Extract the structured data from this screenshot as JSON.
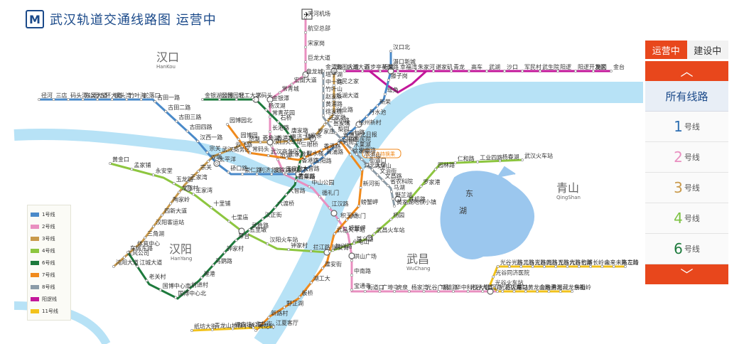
{
  "header": {
    "title": "武汉轨道交通线路图  运营中",
    "logo_glyph": "M"
  },
  "panel": {
    "tabs": [
      {
        "label": "运营中",
        "active": true
      },
      {
        "label": "建设中",
        "active": false
      }
    ],
    "up_glyph": "︿",
    "down_glyph": "﹀",
    "all_lines_label": "所有线路",
    "lines": [
      {
        "num": "1",
        "suffix": "号线",
        "color": "#2e6fb2"
      },
      {
        "num": "2",
        "suffix": "号线",
        "color": "#e98fc0"
      },
      {
        "num": "3",
        "suffix": "号线",
        "color": "#c99a4b"
      },
      {
        "num": "4",
        "suffix": "号线",
        "color": "#7cc241"
      },
      {
        "num": "6",
        "suffix": "号线",
        "color": "#1d7a3c"
      }
    ]
  },
  "legend": [
    {
      "label": "1号线",
      "color": "#4a8ac9"
    },
    {
      "label": "2号线",
      "color": "#e98fc0"
    },
    {
      "label": "3号线",
      "color": "#c99a4b"
    },
    {
      "label": "4号线",
      "color": "#8dc63f"
    },
    {
      "label": "6号线",
      "color": "#1d7a3c"
    },
    {
      "label": "7号线",
      "color": "#f08a1c"
    },
    {
      "label": "8号线",
      "color": "#8c9ca8"
    },
    {
      "label": "阳逻线",
      "color": "#c3179a"
    },
    {
      "label": "11号线",
      "color": "#f2c21b"
    }
  ],
  "districts": {
    "hankou": {
      "cn": "汉口",
      "en": "HanKou"
    },
    "hanyang": {
      "cn": "汉阳",
      "en": "HanYang"
    },
    "wuchang": {
      "cn": "武昌",
      "en": "WuChang"
    },
    "qingshan": {
      "cn": "青山",
      "en": "QingShan"
    }
  },
  "lake_label_1": "东",
  "lake_label_2": "湖",
  "transfer_note": "暂不支持换乘",
  "stations": {
    "l1": [
      "径河",
      "三店",
      "码头潭公园",
      "东吴大道",
      "五环大道",
      "额头湾",
      "竹叶海",
      "舵落口",
      "古田一路",
      "古田二路",
      "古田三路",
      "古田四路",
      "汉西一路",
      "宗关",
      "太平洋",
      "硚口路",
      "崇仁路",
      "利济北路",
      "友谊路",
      "循礼门",
      "大智路",
      "三阳路",
      "黄浦路",
      "头道街",
      "二七路",
      "徐州新村",
      "丹水池",
      "新荣",
      "堤角",
      "滕子岗",
      "滠口新城",
      "汉口北"
    ],
    "l2": [
      "天河机场",
      "航空总部",
      "宋家岗",
      "巨龙大道",
      "盘龙城",
      "宏图大道",
      "常青城",
      "金银潭",
      "常青花园",
      "长港路",
      "汉口火车站",
      "范湖",
      "王家墩东",
      "青年路",
      "中山公园",
      "循礼门",
      "江汉路",
      "积玉桥",
      "螃蟹岬",
      "小龟山",
      "洪山广场",
      "中南路",
      "宝通寺",
      "街道口",
      "广埠屯",
      "虎泉",
      "杨家湾",
      "光谷广场",
      "珞雄路",
      "华中科技大学",
      "光谷大道",
      "佳园路",
      "光谷火车站"
    ],
    "l3": [
      "宏图大道",
      "市民之家",
      "后湖大道",
      "兴业路",
      "二七小路",
      "罗家庄",
      "赵家条",
      "惠济二路",
      "香港路",
      "菱角湖",
      "范湖",
      "云飞路",
      "武汉商务区",
      "双墩",
      "宗关",
      "王家湾",
      "龙阳村",
      "陶家岭",
      "四新大道",
      "汉阳客运站",
      "三角湖",
      "体育中心",
      "东风公司",
      "沌阳大道"
    ],
    "l4": [
      "黄金口",
      "孟家铺",
      "永安堂",
      "玉龙路",
      "王家湾",
      "十里铺",
      "七里庙",
      "五里墩",
      "汉阳火车站",
      "钟家村",
      "拦江路",
      "复兴路",
      "首义路",
      "武昌火车站",
      "杨园",
      "铁机路",
      "罗家港",
      "园林路",
      "仁和路",
      "工业四路",
      "杨春湖",
      "武汉火车站"
    ],
    "l6": [
      "金银湖公园",
      "园博园北",
      "轻工大学",
      "常码头",
      "杨汊湖",
      "石桥",
      "唐家墩",
      "三眼桥",
      "香港路",
      "苗栗路",
      "大智路",
      "六渡桥",
      "汉正街",
      "武胜路",
      "琴台",
      "钟家村",
      "马鹦路",
      "建港",
      "前进村",
      "国博中心北",
      "国博中心南",
      "老关村",
      "江城大道",
      "车城东路"
    ],
    "l7": [
      "园博园北",
      "园博园",
      "常码头",
      "武汉商务区",
      "王家墩东",
      "取水楼",
      "香港路",
      "三阳路",
      "徐家棚",
      "湖北大学",
      "新河街",
      "螃蟹岬",
      "小东门",
      "武昌火车站",
      "瑞安街",
      "建安街",
      "湖工大",
      "板桥",
      "野芷湖",
      "新路村",
      "大花岭"
    ],
    "l8": [
      "金潭路",
      "塔子湖",
      "中一路",
      "竹叶山",
      "赵家条",
      "黄浦路",
      "徐家棚",
      "汪家墩",
      "岳家嘴",
      "梨园",
      "省博湖北日报",
      "中南医院",
      "水果湖",
      "洪山路",
      "小洪山",
      "街道口",
      "马房山",
      "文治街",
      "文昌路",
      "省农科院",
      "马湖",
      "野芷湖",
      "黄家湖地铁小镇"
    ],
    "ly": [
      "后湖大道",
      "百步亭花园路",
      "新荣",
      "幸福湾",
      "朱家河",
      "谌家矶",
      "青龙",
      "高车",
      "武湖",
      "沙口",
      "军民村",
      "武生院",
      "阳逻",
      "阳逻开发区",
      "施岗",
      "金台"
    ],
    "l11": [
      "左岭",
      "未来三路",
      "未来一路",
      "长岭山",
      "豹澥",
      "光谷七路",
      "光谷六路",
      "光谷五路",
      "光谷四路",
      "光谷三路",
      "光谷二路",
      "光谷一路",
      "光谷同济医院",
      "光谷火车站",
      "葛店南",
      "湖口",
      "黄龙山路",
      "金融港北",
      "秀湖",
      "藏龙东街",
      "佛祖岭"
    ],
    "ext": [
      "纸坊大街",
      "青龙山地铁小镇",
      "谭鑫培公园",
      "北华街",
      "江夏客厅"
    ]
  }
}
